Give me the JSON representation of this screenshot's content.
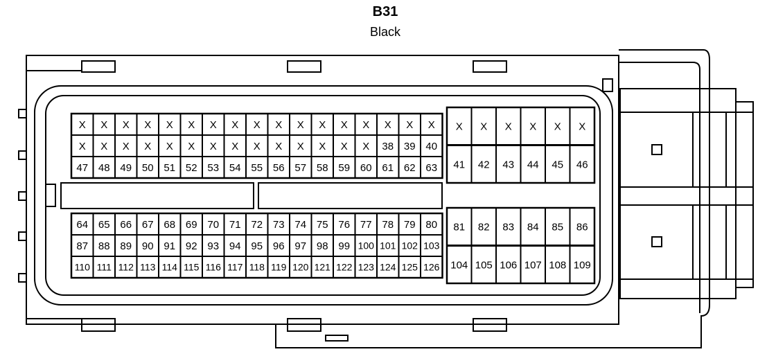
{
  "connector": {
    "id": "B31",
    "color": "Black"
  },
  "left_block": {
    "rows": [
      [
        "X",
        "X",
        "X",
        "X",
        "X",
        "X",
        "X",
        "X",
        "X",
        "X",
        "X",
        "X",
        "X",
        "X",
        "X",
        "X",
        "X"
      ],
      [
        "X",
        "X",
        "X",
        "X",
        "X",
        "X",
        "X",
        "X",
        "X",
        "X",
        "X",
        "X",
        "X",
        "X",
        "38",
        "39",
        "40"
      ],
      [
        "47",
        "48",
        "49",
        "50",
        "51",
        "52",
        "53",
        "54",
        "55",
        "56",
        "57",
        "58",
        "59",
        "60",
        "61",
        "62",
        "63"
      ],
      [
        "64",
        "65",
        "66",
        "67",
        "68",
        "69",
        "70",
        "71",
        "72",
        "73",
        "74",
        "75",
        "76",
        "77",
        "78",
        "79",
        "80"
      ],
      [
        "87",
        "88",
        "89",
        "90",
        "91",
        "92",
        "93",
        "94",
        "95",
        "96",
        "97",
        "98",
        "99",
        "100",
        "101",
        "102",
        "103"
      ],
      [
        "110",
        "111",
        "112",
        "113",
        "114",
        "115",
        "116",
        "117",
        "118",
        "119",
        "120",
        "121",
        "122",
        "123",
        "124",
        "125",
        "126"
      ]
    ]
  },
  "right_block": {
    "rows": [
      [
        "X",
        "X",
        "X",
        "X",
        "X",
        "X"
      ],
      [
        "41",
        "42",
        "43",
        "44",
        "45",
        "46"
      ],
      [
        "81",
        "82",
        "83",
        "84",
        "85",
        "86"
      ],
      [
        "104",
        "105",
        "106",
        "107",
        "108",
        "109"
      ]
    ]
  }
}
